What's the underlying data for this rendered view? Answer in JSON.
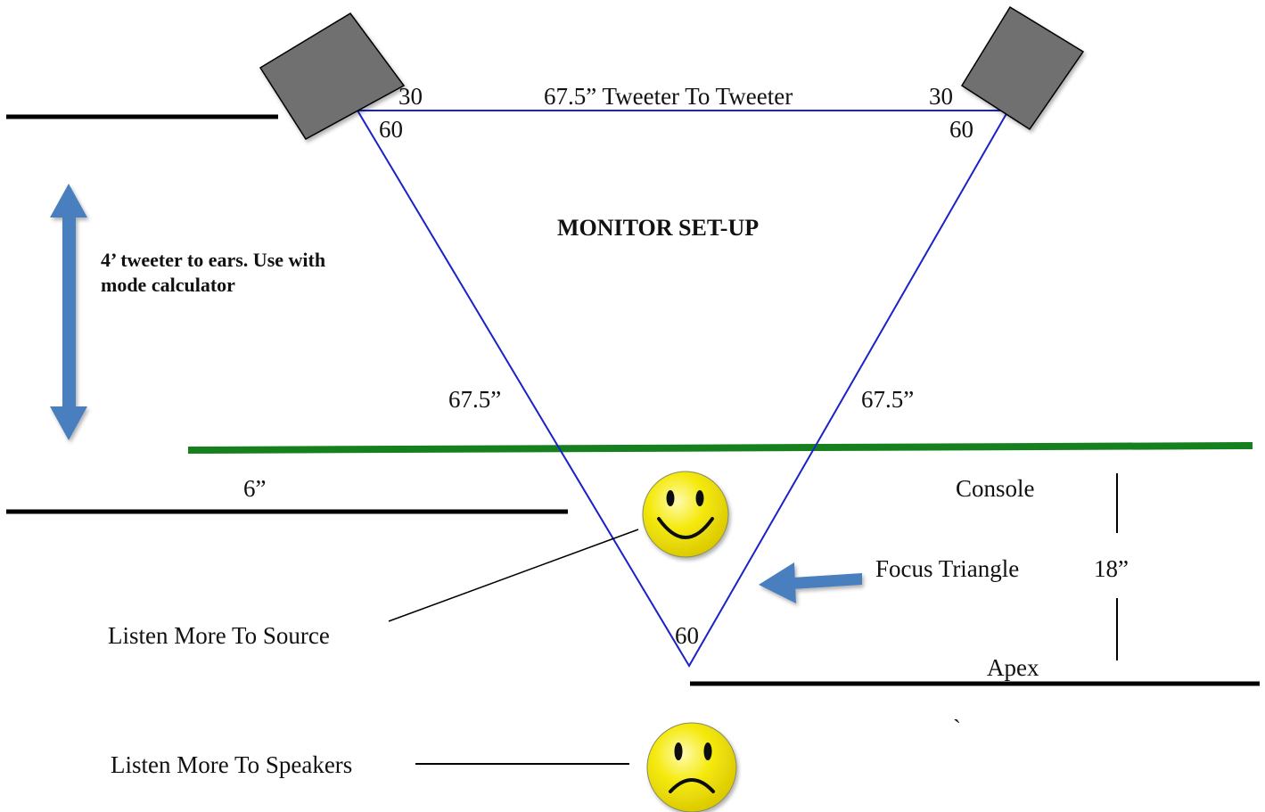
{
  "title": "MONITOR SET-UP",
  "labels": {
    "tweeter_distance": "67.5” Tweeter To Tweeter",
    "left_side": "67.5”",
    "right_side": "67.5”",
    "angle_left_outer": "30",
    "angle_left_inner": "60",
    "angle_right_outer": "30",
    "angle_right_inner": "60",
    "angle_apex": "60",
    "ears_note_line1": "4’ tweeter to ears. Use with",
    "ears_note_line2": "mode calculator",
    "offset_6": "6”",
    "console": "Console",
    "focus_triangle": "Focus Triangle",
    "depth_18": "18”",
    "apex": "Apex",
    "backtick": "`",
    "listen_source": "Listen More To Source",
    "listen_speakers": "Listen More To Speakers"
  },
  "colors": {
    "triangle": "#1a22c8",
    "console_edge": "#16801e",
    "arrow": "#4a7ebf",
    "speaker": "#6f6f6f",
    "face": "#f2e600",
    "line": "#000000"
  }
}
